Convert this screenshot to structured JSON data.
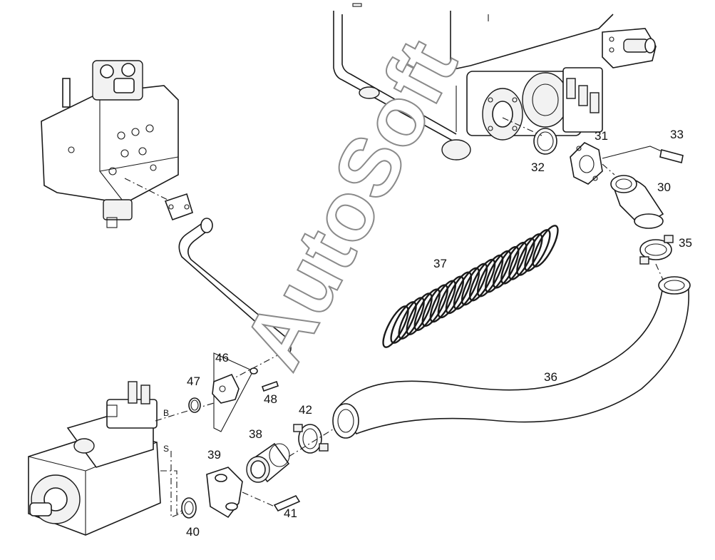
{
  "diagram": {
    "watermark": "AutoSoft",
    "port_labels": {
      "b": "B",
      "s": "S"
    },
    "callouts": {
      "p30": "30",
      "p31": "31",
      "p32": "32",
      "p33": "33",
      "p35": "35",
      "p36": "36",
      "p37": "37",
      "p38": "38",
      "p39": "39",
      "p40": "40",
      "p41": "41",
      "p42": "42",
      "p46": "46",
      "p47": "47",
      "p48": "48"
    }
  }
}
